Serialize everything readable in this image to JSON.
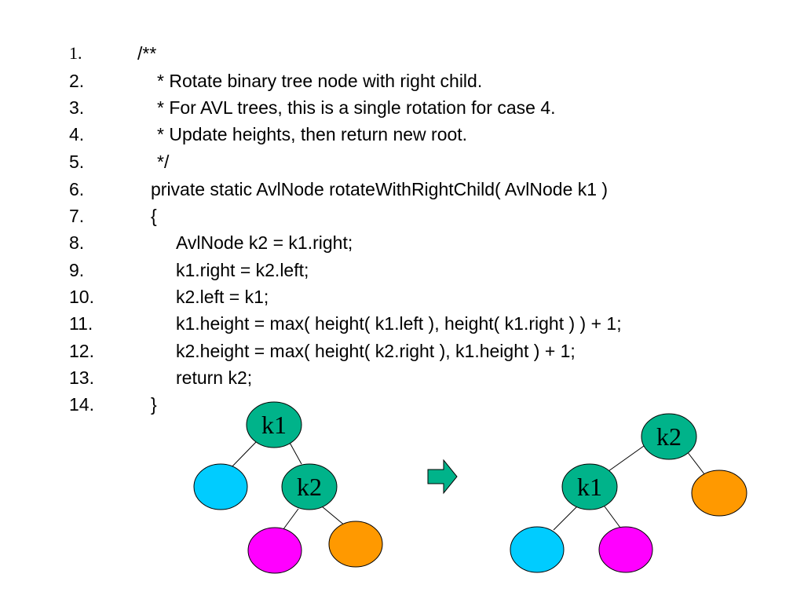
{
  "code": {
    "lines": [
      {
        "num": "1.",
        "text": "/**"
      },
      {
        "num": "2.",
        "text": "* Rotate binary tree node with right child."
      },
      {
        "num": "3.",
        "text": "* For AVL trees, this is a single rotation for case 4."
      },
      {
        "num": "4.",
        "text": "* Update heights, then return new root."
      },
      {
        "num": "5.",
        "text": "*/"
      },
      {
        "num": "6.",
        "text": "private static AvlNode rotateWithRightChild( AvlNode k1 )"
      },
      {
        "num": "7.",
        "text": "{"
      },
      {
        "num": "8.",
        "text": "AvlNode k2 = k1.right;"
      },
      {
        "num": "9.",
        "text": "k1.right = k2.left;"
      },
      {
        "num": "10.",
        "text": "k2.left = k1;"
      },
      {
        "num": "11.",
        "text": "k1.height = max( height( k1.left ), height( k1.right ) ) + 1;"
      },
      {
        "num": "12.",
        "text": "k2.height = max( height( k2.right ), k1.height ) + 1;"
      },
      {
        "num": "13.",
        "text": "return k2;"
      },
      {
        "num": "14.",
        "text": "}"
      }
    ]
  },
  "diagram": {
    "before": {
      "root_label": "k1",
      "right_child_label": "k2"
    },
    "after": {
      "root_label": "k2",
      "left_child_label": "k1"
    },
    "colors": {
      "labeled_node": "#00b38a",
      "subtree_a": "#00ccff",
      "subtree_b": "#ff00ff",
      "subtree_c": "#ff9900",
      "arrow": "#00b38a"
    }
  }
}
